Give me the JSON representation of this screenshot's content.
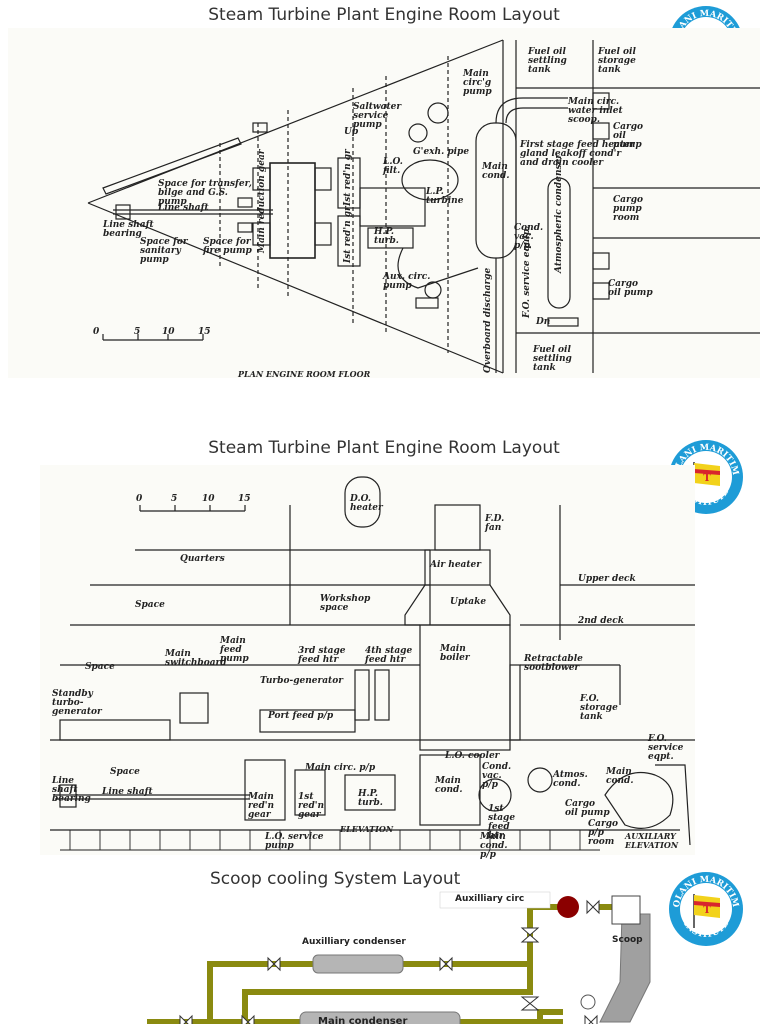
{
  "slide1": {
    "title": "Steam Turbine Plant Engine Room Layout",
    "diagram_caption": "PLAN ENGINE ROOM FLOOR",
    "scale_labels": [
      "0",
      "5",
      "10",
      "15"
    ],
    "labels": {
      "fuel_oil_settling_tank_top": "Fuel oil settling tank",
      "fuel_oil_storage_tank": "Fuel oil storage tank",
      "main_circ_pump": "Main circ'g pump",
      "saltwater_service_pump": "Saltwater service pump",
      "main_circ_water_inlet_scoop": "Main circ. water inlet scoop.",
      "cargo_oil_pump_top": "Cargo oil pump",
      "gland_exh_pipe": "G'exh. pipe",
      "lo_filt": "L.O. filt.",
      "first_stage_feed_heater": "First stage feed heater gland leakoff cond'r and drain cooler",
      "main_cond": "Main cond.",
      "lp_turbine": "L.P. turbine",
      "space_transfer": "Space for transfer, bilge and G.S. pump",
      "line_shaft": "Line shaft",
      "line_shaft_bearing": "Line shaft bearing",
      "main_reduction_gear": "Main reduction gear",
      "ist_redn_gr_top": "Ist red'n gr",
      "ist_redn_gr_bottom": "Ist red'n gr",
      "hp_turb": "H.P. turb.",
      "space_sanitary": "Space for sanitary pump",
      "space_fire": "Space for fire pump",
      "cond_vac_pp": "Cond. vac. p/p",
      "cargo_pump_room": "Cargo pump room",
      "atmospheric_condenser": "Atmospheric condenser",
      "aux_circ_pump": "Aux. circ. pump",
      "fo_service_equip": "F.O. service equip.",
      "overboard_discharge": "Overboard discharge",
      "cargo_oil_pump_bottom": "Cargo oil pump",
      "fuel_oil_settling_tank_bottom": "Fuel oil settling tank",
      "up": "Up",
      "dn": "Dn"
    }
  },
  "slide2": {
    "title": "Steam Turbine Plant Engine Room Layout",
    "diagram_caption": "ELEVATION",
    "aux_caption": "AUXILIARY ELEVATION",
    "scale_labels": [
      "0",
      "5",
      "10",
      "15"
    ],
    "labels": {
      "do_heater": "D.O. heater",
      "fd_fan": "F.D. fan",
      "quarters": "Quarters",
      "air_heater": "Air heater",
      "upper_deck": "Upper deck",
      "space_top": "Space",
      "workshop_space": "Workshop space",
      "uptake": "Uptake",
      "second_deck": "2nd deck",
      "main_feed_pump": "Main feed pump",
      "main_switchboard": "Main switchboard",
      "third_stage_feed_htr": "3rd stage feed htr",
      "fourth_stage_feed_htr": "4th stage feed htr",
      "main_boiler": "Main boiler",
      "retractable_sootblower": "Retractable sootblower",
      "space_mid": "Space",
      "turbo_generator": "Turbo-generator",
      "standby_turbo_generator": "Standby turbo-generator",
      "port_feed_pp": "Port feed p/p",
      "fo_storage_tank": "F.O. storage tank",
      "lo_cooler": "L.O. cooler",
      "fo_service_eqpt": "F.O. service eqpt.",
      "space_low": "Space",
      "main_circ_pp": "Main circ. p/p",
      "cond_vac_pp": "Cond. vac. p/p",
      "atmos_cond": "Atmos. cond.",
      "main_cond_right": "Main cond.",
      "line_shaft_bearing": "Line shaft bearing",
      "line_shaft": "Line shaft",
      "main_redn_gear": "Main red'n gear",
      "first_redn_gear": "1st red'n gear",
      "hp_turb": "H.P. turb.",
      "main_cond": "Main cond.",
      "first_stage_feed_htr": "1st stage feed htr",
      "cargo_oil_pump": "Cargo oil pump",
      "cargo_pp_room": "Cargo p/p room",
      "lo_service_pump": "L.O. service pump",
      "main_cond_pp": "Main cond. p/p"
    }
  },
  "slide3": {
    "title": "Scoop cooling System Layout",
    "labels": {
      "auxiliary_circ": "Auxilliary circ",
      "scoop": "Scoop",
      "auxiliary_condenser": "Auxilliary condenser",
      "main_condenser": "Main condenser"
    },
    "colors": {
      "pipe": "#8a8a10",
      "pump": "#8b0000",
      "condenser": "#b5b5b5",
      "scoop_duct": "#a0a0a0"
    }
  },
  "logo": {
    "top_text": "TOLANI MARITIME",
    "bottom_text": "INSTITUTE",
    "flag_letter": "T",
    "colors": {
      "ring": "#1e9cd7",
      "flag_yellow": "#f2d21b",
      "flag_red": "#d8262d"
    }
  }
}
